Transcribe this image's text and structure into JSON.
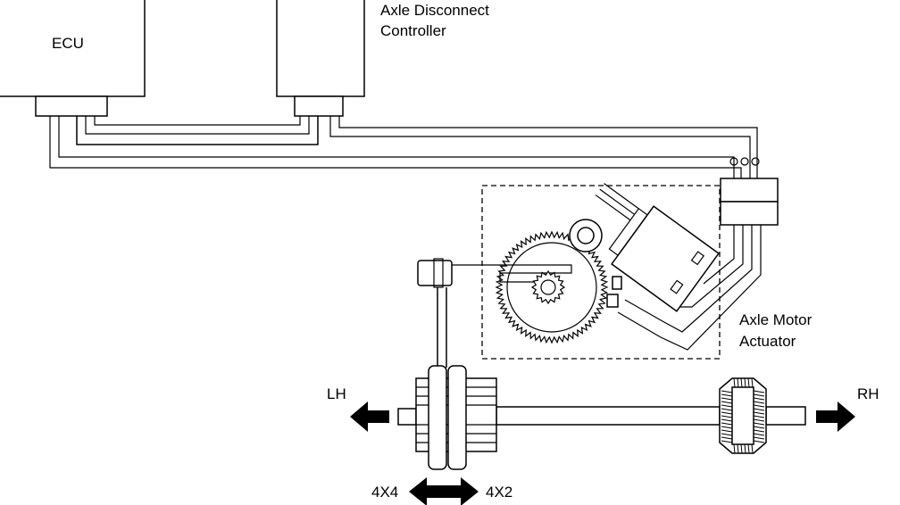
{
  "labels": {
    "ecu": "ECU",
    "controller_line1": "Axle Disconnect",
    "controller_line2": "Controller",
    "actuator_line1": "Axle Motor",
    "actuator_line2": "Actuator",
    "lh": "LH",
    "rh": "RH",
    "mode_4x4": "4X4",
    "mode_4x2": "4X2"
  },
  "colors": {
    "line": "#000000",
    "background": "#ffffff"
  },
  "icons": {
    "lh_arrow": "left-arrow-icon",
    "rh_arrow": "right-arrow-icon",
    "mode_arrow": "double-arrow-icon"
  }
}
